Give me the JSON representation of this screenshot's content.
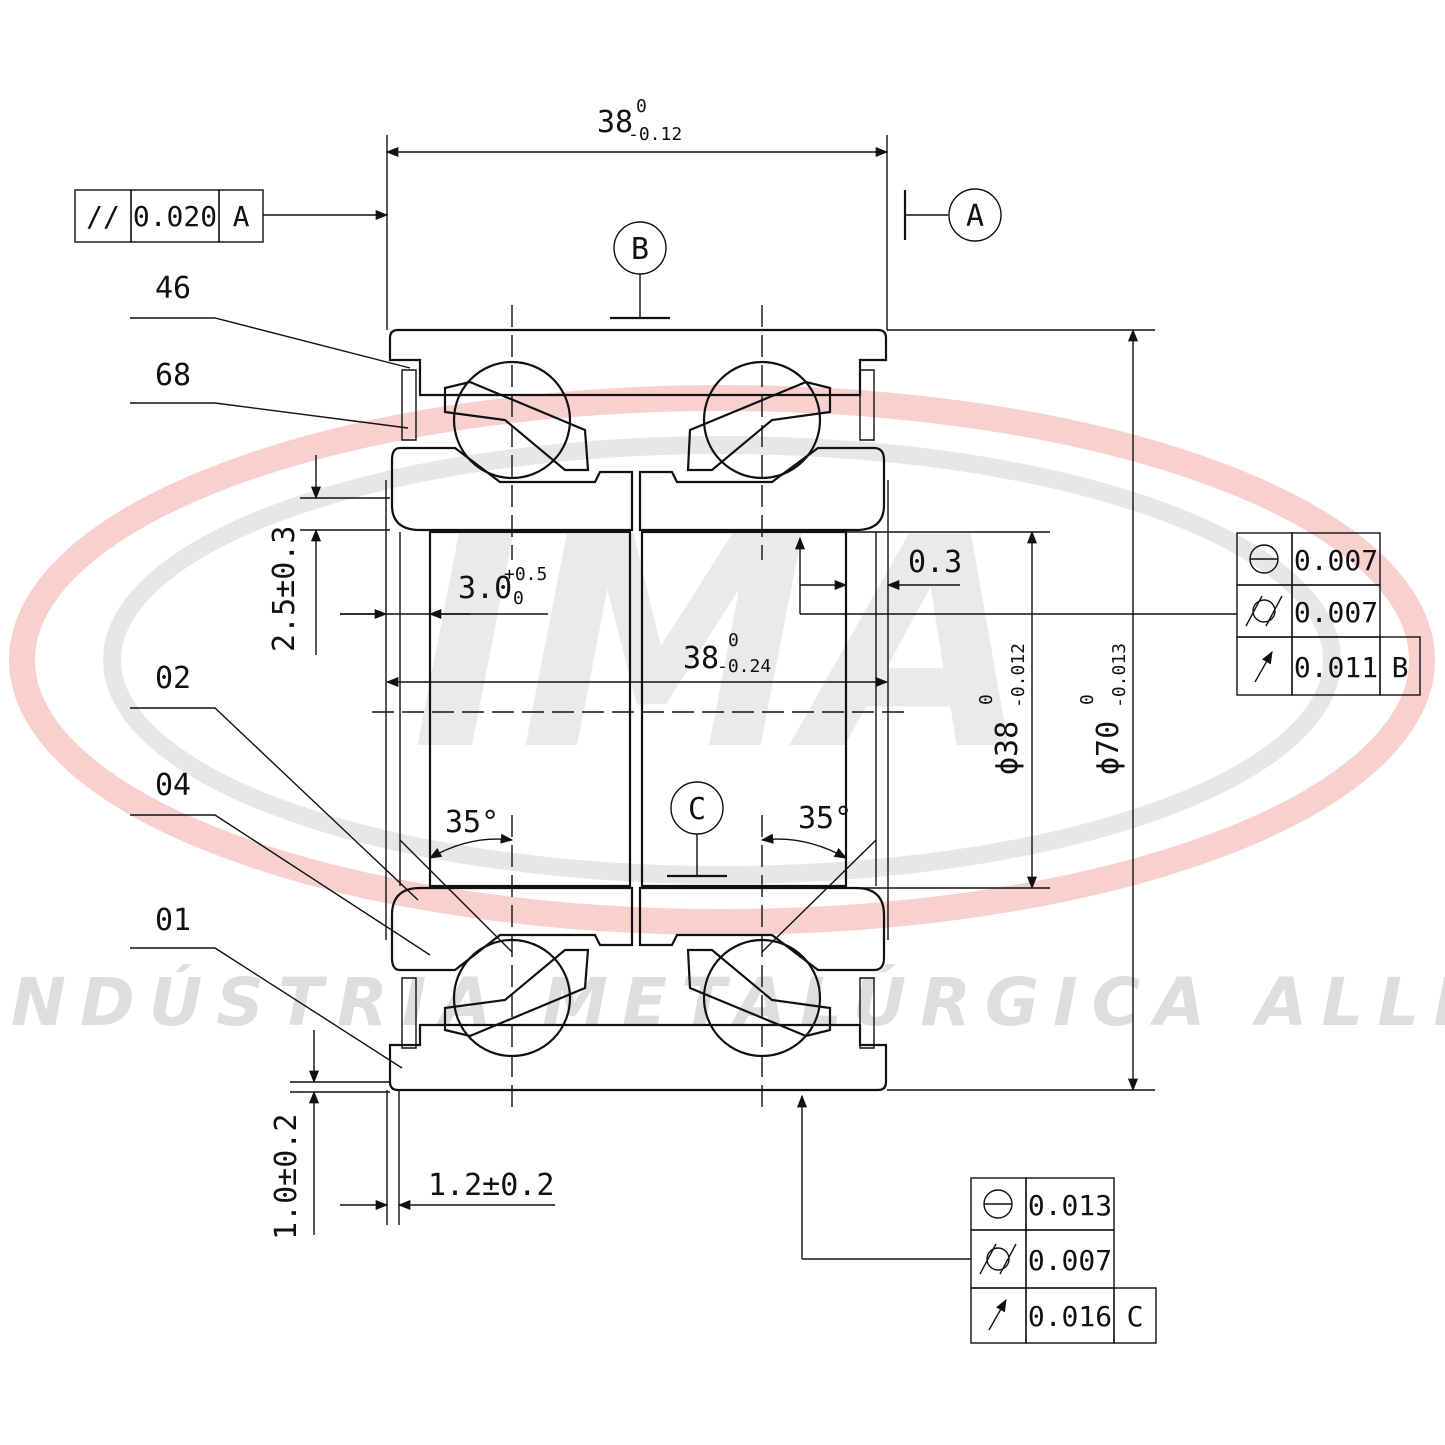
{
  "watermark": {
    "logo_text": "IMA",
    "company_text": "INDÚSTRIA METALÚRGICA ALLI",
    "ring_color": "#e8322e"
  },
  "datums": {
    "a": "A",
    "b": "B",
    "c": "C"
  },
  "dimensions": {
    "width_top": {
      "base": "38",
      "upper": "0",
      "lower": "-0.12"
    },
    "width_inner": {
      "base": "38",
      "upper": "0",
      "lower": "-0.24"
    },
    "bore": {
      "base": "ϕ38",
      "upper": "0",
      "lower": "-0.012"
    },
    "outer": {
      "base": "ϕ70",
      "upper": "0",
      "lower": "-0.013"
    },
    "offset_left": "2.5±0.3",
    "groove": {
      "base": "3.0",
      "upper": "+0.5",
      "lower": "0"
    },
    "chamfer_right": "0.3",
    "bottom_vertical": "1.0±0.2",
    "bottom_horizontal": "1.2±0.2",
    "angle_left": "35°",
    "angle_right": "35°"
  },
  "parallelism_frame": {
    "symbol": "//",
    "value": "0.020",
    "datum": "A"
  },
  "fcf_right": [
    {
      "symbol": "circularity-icon",
      "value": "0.007",
      "datum": ""
    },
    {
      "symbol": "cylindricity-icon",
      "value": "0.007",
      "datum": ""
    },
    {
      "symbol": "runout-icon",
      "value": "0.011",
      "datum": "B"
    }
  ],
  "fcf_bottom": [
    {
      "symbol": "circularity-icon",
      "value": "0.013",
      "datum": ""
    },
    {
      "symbol": "cylindricity-icon",
      "value": "0.007",
      "datum": ""
    },
    {
      "symbol": "runout-icon",
      "value": "0.016",
      "datum": "C"
    }
  ],
  "part_labels": [
    "46",
    "68",
    "02",
    "04",
    "01"
  ]
}
